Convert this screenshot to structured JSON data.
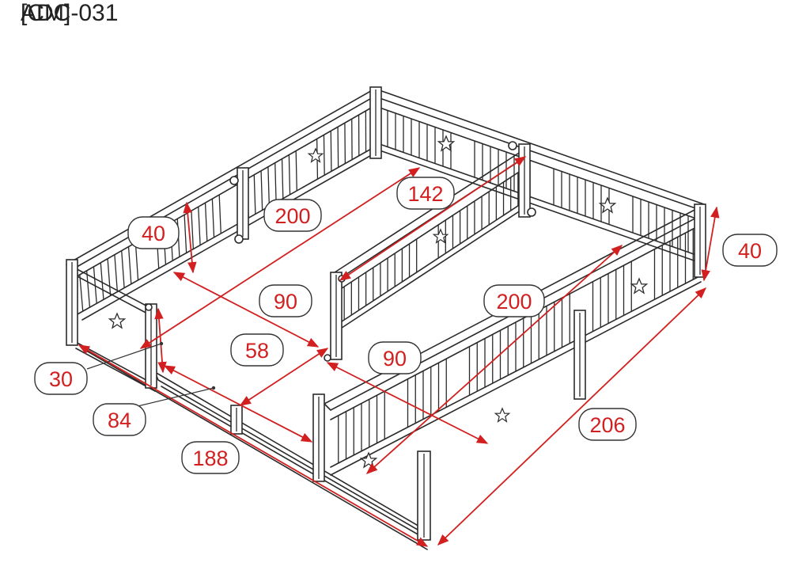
{
  "header": {
    "model": "ADC-031",
    "unit": "[CM]"
  },
  "dimensions": [
    {
      "id": "left-height",
      "label": "40"
    },
    {
      "id": "back-length",
      "label": "200"
    },
    {
      "id": "divider-length",
      "label": "142"
    },
    {
      "id": "right-height",
      "label": "40"
    },
    {
      "id": "left-bed-width",
      "label": "90"
    },
    {
      "id": "right-bed-length",
      "label": "200"
    },
    {
      "id": "entry-gap",
      "label": "58"
    },
    {
      "id": "right-bed-width",
      "label": "90"
    },
    {
      "id": "post-offset",
      "label": "30"
    },
    {
      "id": "front-opening",
      "label": "84"
    },
    {
      "id": "front-width",
      "label": "188"
    },
    {
      "id": "side-length",
      "label": "206"
    }
  ],
  "colors": {
    "dimension": "#d21f1f",
    "outline": "#2b2b2b"
  }
}
